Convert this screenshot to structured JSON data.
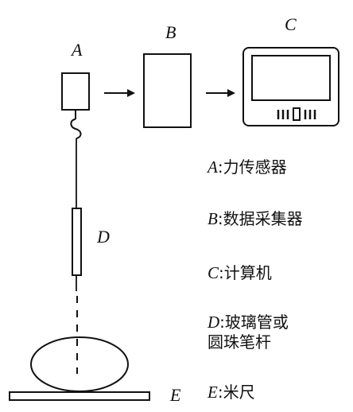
{
  "labels": {
    "A": "A",
    "B": "B",
    "C": "C",
    "D": "D",
    "E": "E"
  },
  "legend": {
    "a": {
      "key": "A",
      "sep": ":",
      "text": "力传感器"
    },
    "b": {
      "key": "B",
      "sep": ":",
      "text": "数据采集器"
    },
    "c": {
      "key": "C",
      "sep": ":",
      "text": "计算机"
    },
    "d": {
      "key": "D",
      "sep": ":",
      "text": "玻璃管或",
      "text2": "圆珠笔杆"
    },
    "e": {
      "key": "E",
      "sep": ":",
      "text": "米尺"
    }
  },
  "colors": {
    "stroke": "#111111",
    "background": "#ffffff"
  }
}
